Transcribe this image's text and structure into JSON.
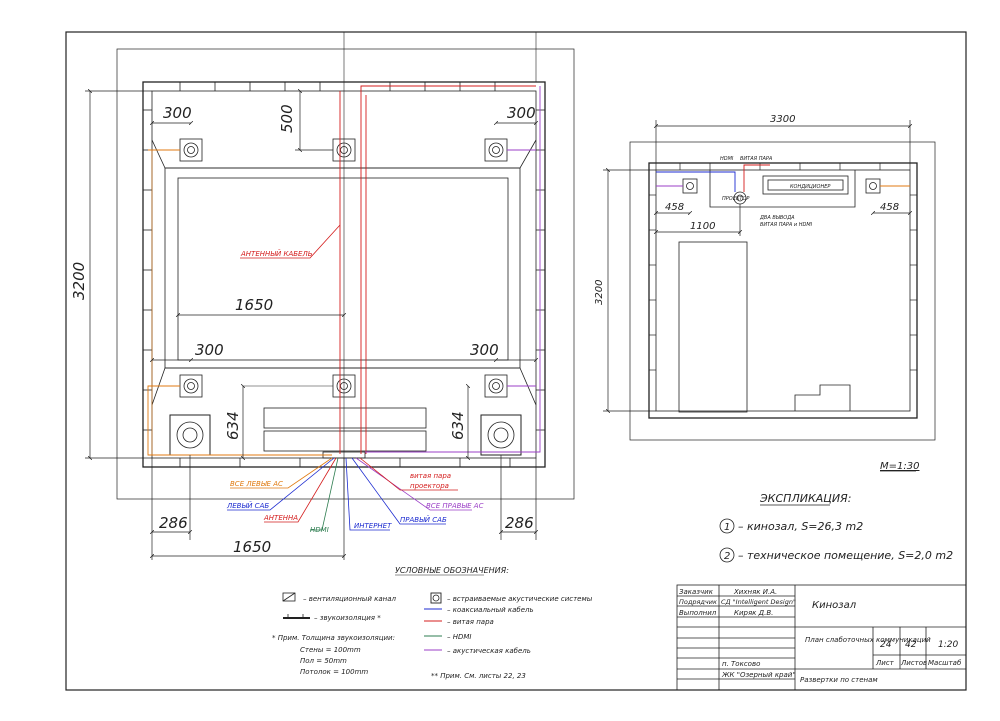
{
  "colors": {
    "ink": "#222222",
    "antenna": "#d41c1c",
    "coax": "#1c2bd0",
    "twisted_pair": "#d41c1c",
    "hdmi": "#2e7d50",
    "acoustic": "#9b3fc7",
    "left_speakers": "#e07a10",
    "sub": "#1c2bd0"
  },
  "left_plan": {
    "dims": {
      "top_left": "300",
      "top_mid": "500",
      "top_right": "300",
      "height": "3200",
      "inner_width": "1650",
      "low_left": "300",
      "low_right": "300",
      "sub_left_h": "634",
      "sub_right_h": "634",
      "sub_left_w": "286",
      "sub_right_w": "286",
      "bottom_width": "1650"
    },
    "labels": {
      "antenna_cable": "АНТЕННЫЙ КАБЕЛЬ",
      "all_left": "ВСЕ ЛЕВЫЕ АС",
      "left_sub": "ЛЕВЫЙ САБ",
      "antenna": "АНТЕННА",
      "hdmi": "HDMI",
      "internet": "ИНТЕРНЕТ",
      "right_sub": "ПРАВЫЙ САБ",
      "all_right": "ВСЕ ПРАВЫЕ АС",
      "projector_1": "витая пара",
      "projector_2": "проектора"
    }
  },
  "right_plan": {
    "dims": {
      "width": "3300",
      "height": "3200",
      "left_458": "458",
      "right_458": "458",
      "d_1100": "1100"
    },
    "labels": {
      "hdmi": "HDMI",
      "twisted_pair": "ВИТАЯ ПАРА",
      "projector": "ПРОЕКТОР",
      "two_outputs_1": "ДВА ВЫВОДА",
      "two_outputs_2": "ВИТАЯ ПАРА и HDMI",
      "ac": "КОНДИЦИОНЕР"
    }
  },
  "scale": "М=1:30",
  "explication": {
    "title": "ЭКСПЛИКАЦИЯ:",
    "items": [
      {
        "num": "1",
        "text": "– кинозал, S=26,3 m2"
      },
      {
        "num": "2",
        "text": "– техническое помещение, S=2,0 m2"
      }
    ]
  },
  "legend": {
    "title": "УСЛОВНЫЕ ОБОЗНАЧЕНИЯ:",
    "vent": "– вентиляционный канал",
    "soundproof": "– звукоизоляция *",
    "note_title": "* Прим. Толщина звукоизоляции:",
    "note_lines": [
      "Стены = 100mm",
      "Пол = 50mm",
      "Потолок = 100mm"
    ],
    "speakers": "– встраиваемые акустические системы",
    "coax": "– коаксиальный кабель",
    "twisted": "– витая пара",
    "hdmi": "– HDMI",
    "acoustic": "– акустическая кабель",
    "note2": "** Прим. См. листы 22, 23"
  },
  "title_block": {
    "r1_label": "Заказчик",
    "r1_value": "Хихняк И.А.",
    "r2_label": "Подрядчик",
    "r2_value": "СД \"Intelligent Design\"",
    "r3_label": "Выполнил",
    "r3_value": "Киряк Д.В.",
    "project": "Кинозал",
    "sheet_title": "План слаботочных коммуникаций",
    "sheet_num": "24",
    "sheets_total": "42",
    "scale": "1:20",
    "h_sheet": "Лист",
    "h_sheets": "Листов",
    "h_scale": "Масштаб",
    "place": "п. Токсово",
    "complex": "ЖК \"Озерный край\"",
    "section": "Развертки по стенам"
  }
}
